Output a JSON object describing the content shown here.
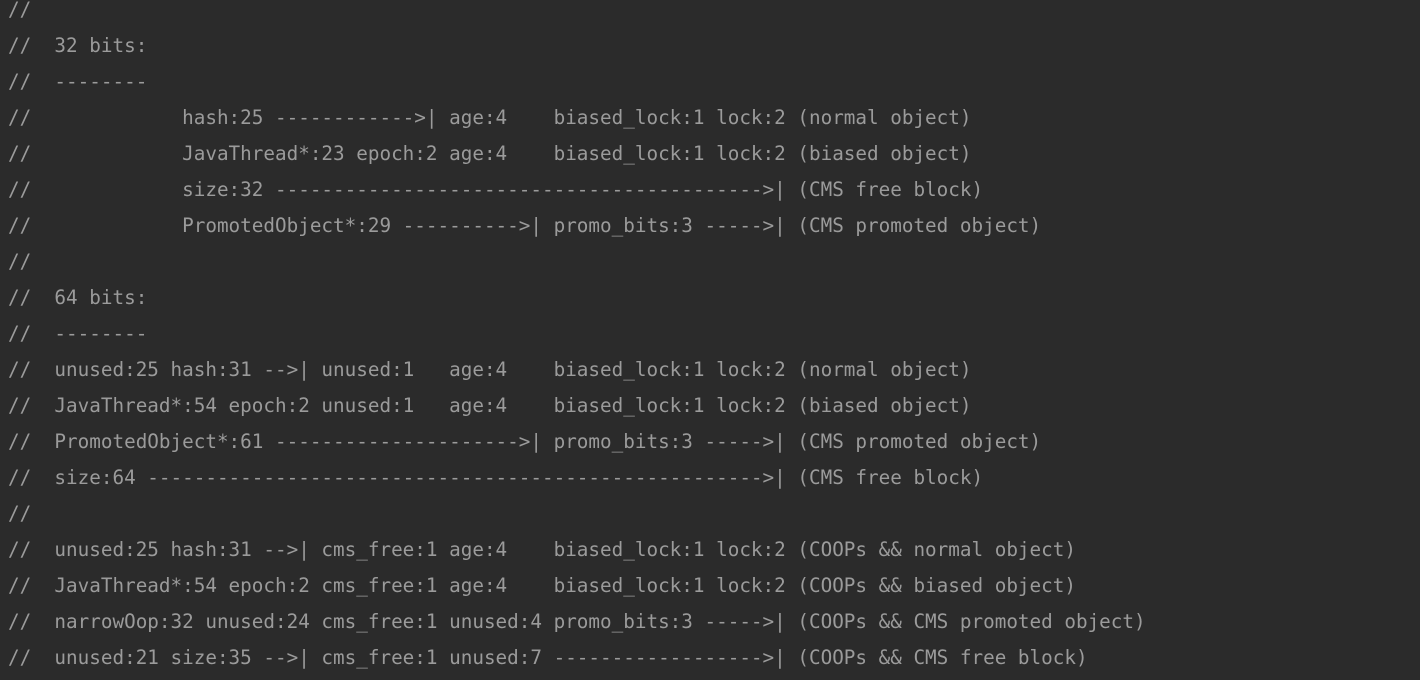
{
  "app": {
    "kind": "code-editor-comment-block",
    "language": "cpp",
    "background_color": "#2b2b2b",
    "comment_color": "#9b9b9b"
  },
  "document": {
    "description": "Source code comment block describing Java object header mark word layouts for 32-bit and 64-bit JVMs",
    "comment_prefix": "//",
    "lines": [
      "//",
      "//  32 bits:",
      "//  --------",
      "//             hash:25 ------------>| age:4    biased_lock:1 lock:2 (normal object)",
      "//             JavaThread*:23 epoch:2 age:4    biased_lock:1 lock:2 (biased object)",
      "//             size:32 ------------------------------------------>| (CMS free block)",
      "//             PromotedObject*:29 ---------->| promo_bits:3 ----->| (CMS promoted object)",
      "//",
      "//  64 bits:",
      "//  --------",
      "//  unused:25 hash:31 -->| unused:1   age:4    biased_lock:1 lock:2 (normal object)",
      "//  JavaThread*:54 epoch:2 unused:1   age:4    biased_lock:1 lock:2 (biased object)",
      "//  PromotedObject*:61 --------------------->| promo_bits:3 ----->| (CMS promoted object)",
      "//  size:64 ----------------------------------------------------->| (CMS free block)",
      "//",
      "//  unused:25 hash:31 -->| cms_free:1 age:4    biased_lock:1 lock:2 (COOPs && normal object)",
      "//  JavaThread*:54 epoch:2 cms_free:1 age:4    biased_lock:1 lock:2 (COOPs && biased object)",
      "//  narrowOop:32 unused:24 cms_free:1 unused:4 promo_bits:3 ----->| (COOPs && CMS promoted object)",
      "//  unused:21 size:35 -->| cms_free:1 unused:7 ------------------>| (COOPs && CMS free block)",
      "//"
    ],
    "sections": [
      {
        "heading": "32 bits:",
        "underline": "--------",
        "rows": [
          {
            "fields": "hash:25 ------------>| age:4    biased_lock:1 lock:2",
            "label": "(normal object)"
          },
          {
            "fields": "JavaThread*:23 epoch:2 age:4    biased_lock:1 lock:2",
            "label": "(biased object)"
          },
          {
            "fields": "size:32 ------------------------------------------>|",
            "label": "(CMS free block)"
          },
          {
            "fields": "PromotedObject*:29 ---------->| promo_bits:3 ----->|",
            "label": "(CMS promoted object)"
          }
        ]
      },
      {
        "heading": "64 bits:",
        "underline": "--------",
        "rows": [
          {
            "fields": "unused:25 hash:31 -->| unused:1   age:4    biased_lock:1 lock:2",
            "label": "(normal object)"
          },
          {
            "fields": "JavaThread*:54 epoch:2 unused:1   age:4    biased_lock:1 lock:2",
            "label": "(biased object)"
          },
          {
            "fields": "PromotedObject*:61 --------------------->| promo_bits:3 ----->|",
            "label": "(CMS promoted object)"
          },
          {
            "fields": "size:64 ----------------------------------------------------->|",
            "label": "(CMS free block)"
          },
          {
            "fields": "unused:25 hash:31 -->| cms_free:1 age:4    biased_lock:1 lock:2",
            "label": "(COOPs && normal object)"
          },
          {
            "fields": "JavaThread*:54 epoch:2 cms_free:1 age:4    biased_lock:1 lock:2",
            "label": "(COOPs && biased object)"
          },
          {
            "fields": "narrowOop:32 unused:24 cms_free:1 unused:4 promo_bits:3 ----->|",
            "label": "(COOPs && CMS promoted object)"
          },
          {
            "fields": "unused:21 size:35 -->| cms_free:1 unused:7 ------------------>|",
            "label": "(COOPs && CMS free block)"
          }
        ]
      }
    ],
    "bit_fields": [
      "hash:25",
      "age:4",
      "biased_lock:1",
      "lock:2",
      "JavaThread*:23",
      "epoch:2",
      "size:32",
      "PromotedObject*:29",
      "promo_bits:3",
      "unused:25",
      "hash:31",
      "unused:1",
      "JavaThread*:54",
      "PromotedObject*:61",
      "size:64",
      "cms_free:1",
      "narrowOop:32",
      "unused:24",
      "unused:4",
      "unused:21",
      "size:35",
      "unused:7"
    ]
  }
}
